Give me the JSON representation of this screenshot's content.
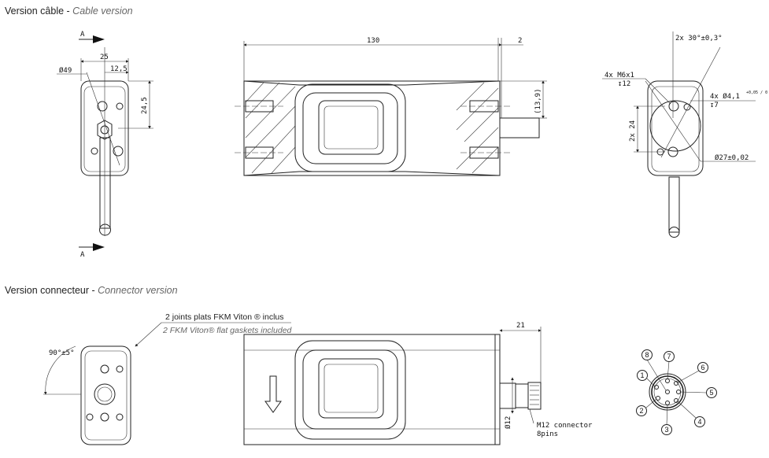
{
  "sections": {
    "cable": {
      "title_fr": "Version câble",
      "separator": " - ",
      "title_en": "Cable version"
    },
    "connector": {
      "title_fr": "Version connecteur",
      "separator": " - ",
      "title_en": "Connector version"
    }
  },
  "cable_view": {
    "section_mark_top": "A",
    "section_mark_bottom": "A",
    "dim_width": "25",
    "dim_half_width": "12,5",
    "dim_diameter": "Ø49",
    "dim_height": "24,5",
    "dim_length": "130",
    "dim_offset": "2",
    "dim_cable_height": "(13,9)",
    "thread_note": "4x M6x1",
    "thread_depth": "↧12",
    "angle_note": "2x 30°±0,3°",
    "hole_note": "4x Ø4,1",
    "hole_tol": "+0,05 / 0",
    "hole_depth": "↧7",
    "hole_spacing": "2x 24",
    "circle_diameter": "Ø27±0,02"
  },
  "connector_view": {
    "angle": "90°±5°",
    "gasket_note_fr": "2 joints plats FKM Viton ® inclus",
    "gasket_note_en": "2 FKM Viton® flat gaskets included",
    "dim_connector_length": "21",
    "dim_connector_diameter": "Ø12",
    "connector_label_1": "M12 connector",
    "connector_label_2": "8pins",
    "pins": [
      "1",
      "2",
      "3",
      "4",
      "5",
      "6",
      "7",
      "8"
    ]
  }
}
